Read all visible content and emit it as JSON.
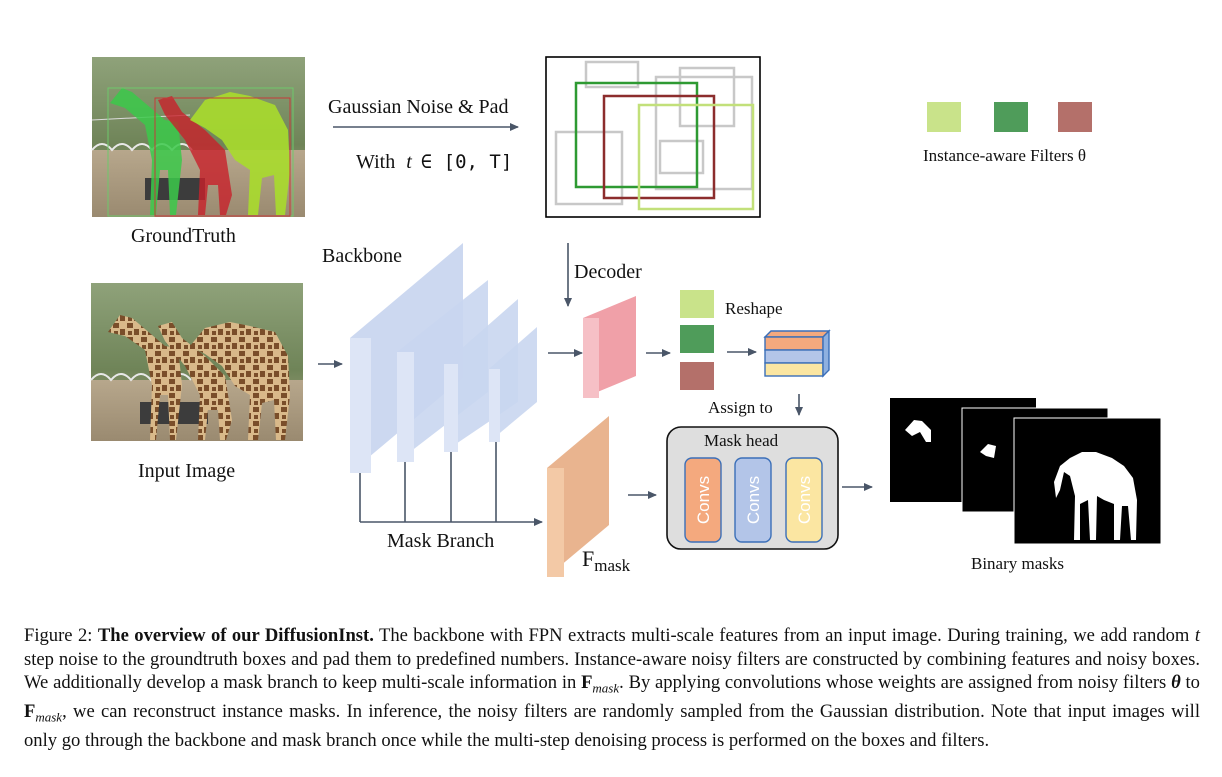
{
  "diagram": {
    "top_row": {
      "groundtruth_label": "GroundTruth",
      "noise_label_line1": "Gaussian Noise & Pad",
      "noise_label_line2_prefix": "With",
      "noise_label_t": "t",
      "noise_label_range": "∈ [0, T]"
    },
    "legend": {
      "label": "Instance-aware Filters θ",
      "colors": [
        "#c9e38a",
        "#4f9c5a",
        "#b4706a"
      ]
    },
    "backbone": {
      "label": "Backbone"
    },
    "decoder": {
      "label": "Decoder"
    },
    "reshape": {
      "label": "Reshape"
    },
    "assign": {
      "label": "Assign to"
    },
    "input": {
      "label": "Input Image"
    },
    "mask_branch": {
      "label": "Mask Branch"
    },
    "fmask": {
      "label_main": "F",
      "label_sub": "mask"
    },
    "mask_head": {
      "label": "Mask head",
      "convs": [
        {
          "label": "Convs",
          "fill": "#f4a97e"
        },
        {
          "label": "Convs",
          "fill": "#b3c5e8"
        },
        {
          "label": "Convs",
          "fill": "#fbe6a2"
        }
      ]
    },
    "output": {
      "label": "Binary masks"
    }
  },
  "caption": {
    "figure_label": "Figure 2:",
    "title": "The overview of our DiffusionInst.",
    "text_1": "The backbone with FPN extracts multi-scale features from an input image. During training, we add random",
    "t": "t",
    "text_2": "step noise to the groundtruth boxes and pad them to predefined numbers.  Instance-aware noisy filters are constructed by combining features and noisy boxes.  We additionally develop a mask branch to keep multi-scale information in",
    "f_mask_1": "F",
    "f_mask_1_sub": "mask",
    "text_3": ".  By applying convolutions whose weights are assigned from noisy filters",
    "theta": "θ",
    "text_4": "to",
    "f_mask_2": "F",
    "f_mask_2_sub": "mask",
    "text_5": ", we can reconstruct instance masks. In inference, the noisy filters are randomly sampled from the Gaussian distribution. Note that input images will only go through the backbone and mask branch once while the multi-step denoising process is performed on the boxes and filters."
  }
}
